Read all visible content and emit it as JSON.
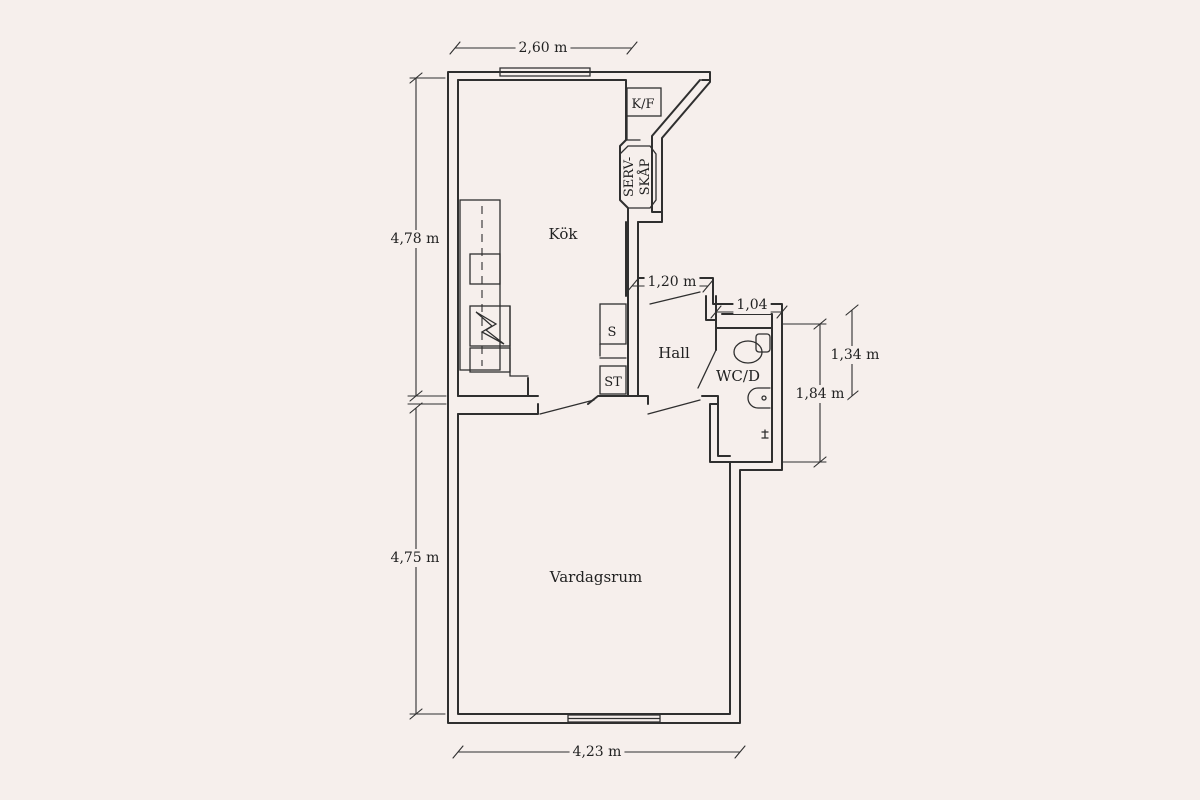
{
  "rooms": {
    "kok": "Kök",
    "hall": "Hall",
    "wcd": "WC/D",
    "vardagsrum": "Vardagsrum"
  },
  "fixtures": {
    "kf": "K/F",
    "servskap_1": "SERV-",
    "servskap_2": "SKÅP",
    "s": "S",
    "st": "ST"
  },
  "dimensions": {
    "top_width": "2,60 m",
    "bottom_width": "4,23 m",
    "kitchen_height": "4,78 m",
    "living_height": "4,75 m",
    "hall_width": "1,20 m",
    "wc_width": "1,04",
    "wc_depth_upper": "1,34 m",
    "wc_depth_lower": "1,84 m"
  }
}
